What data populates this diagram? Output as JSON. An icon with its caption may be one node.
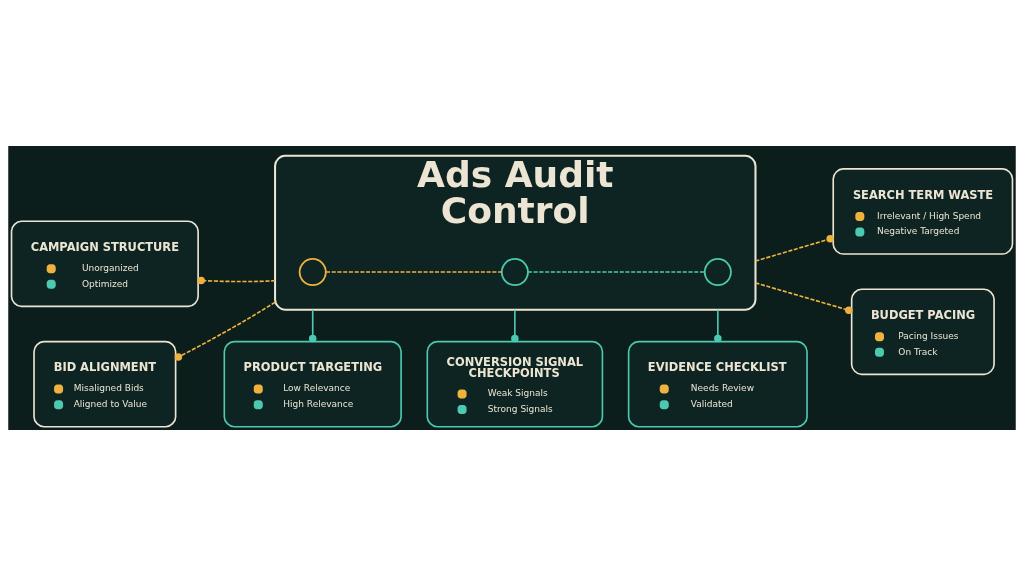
{
  "diagram": {
    "nodes": [
      {
        "text": [
          "Ads Audit Control"
        ]
      },
      {
        "text": [],
        "shape": "circle",
        "in": 0
      },
      {
        "text": [],
        "shape": "circle",
        "in": 0
      },
      {
        "text": [],
        "shape": "circle",
        "in": 0
      },
      {
        "text": [
          "CAMPAIGN STRUCTURE",
          "Unorganized",
          "Optimized"
        ]
      },
      {
        "text": [
          "SEARCH TERM WASTE",
          "Irrelevant / High Spend",
          "Negative Targeted"
        ]
      },
      {
        "text": [
          "BID ALIGNMENT",
          "Misaligned Bids",
          "Aligned to Value"
        ]
      },
      {
        "text": [
          "BUDGET PACING",
          "Pacing Issues",
          "On Track"
        ]
      },
      {
        "text": [
          "PRODUCT TARGETING",
          "Low Relevance",
          "High Relevance"
        ]
      },
      {
        "text": [
          "CONVERSION SIGNAL CHECKPOINTS",
          "Weak Signals",
          "Strong Signals"
        ]
      },
      {
        "text": [
          "EVIDENCE CHECKLIST",
          "Needs Review",
          "Validated"
        ]
      }
    ],
    "edges": [
      {
        "from": 0,
        "to": 4,
        "arrow": "other",
        "style": "dashed"
      },
      {
        "from": 0,
        "to": 6,
        "arrow": "other",
        "style": "dashed"
      },
      {
        "from": 0,
        "to": 5,
        "arrow": "other",
        "style": "dashed"
      },
      {
        "from": 0,
        "to": 7,
        "arrow": "other",
        "style": "dashed"
      },
      {
        "from": 0,
        "to": 8,
        "arrow": "other",
        "color": "#4cc9b0"
      },
      {
        "from": 0,
        "to": 9,
        "arrow": "other",
        "color": "#4cc9b0"
      },
      {
        "from": 0,
        "to": 10,
        "arrow": "other",
        "color": "#4cc9b0"
      },
      {
        "from": 1,
        "to": 2,
        "arrow": "none",
        "style": "dashed"
      },
      {
        "from": 2,
        "to": 3,
        "arrow": "none",
        "style": "dashed",
        "color": "#4cc9b0"
      }
    ]
  }
}
